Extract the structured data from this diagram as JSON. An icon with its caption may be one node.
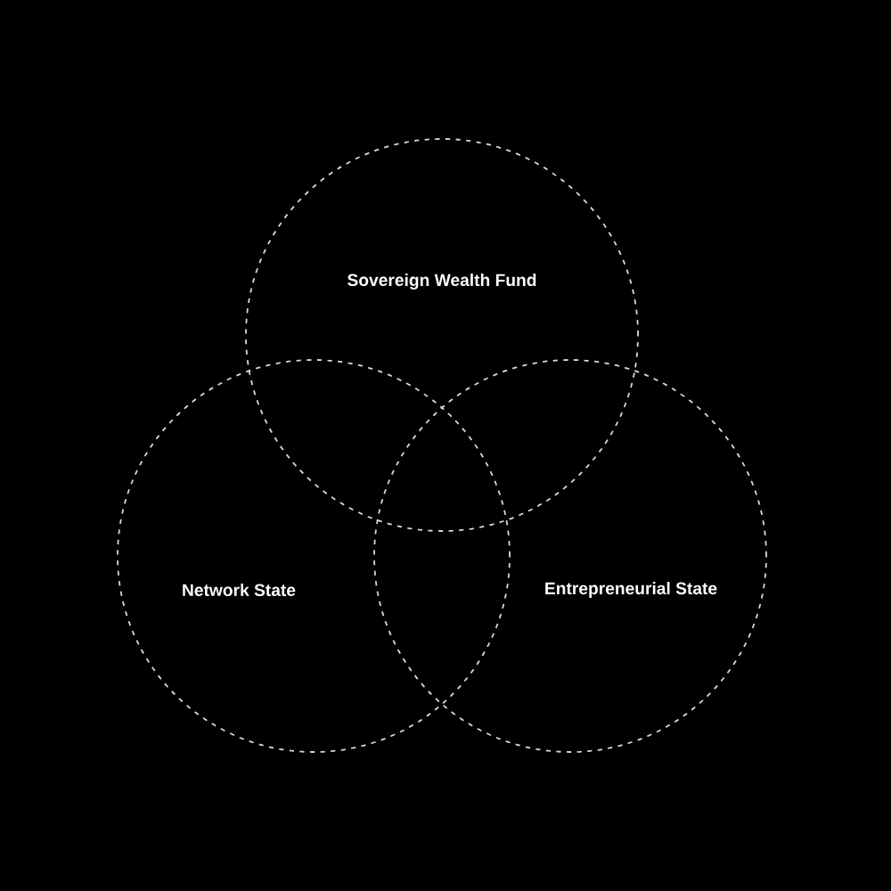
{
  "diagram": {
    "nodes": [
      {
        "text": [
          "Sovereign Wealth Fund"
        ]
      },
      {
        "text": [
          "Network State"
        ]
      },
      {
        "text": [
          "Entrepreneurial State"
        ]
      }
    ]
  }
}
